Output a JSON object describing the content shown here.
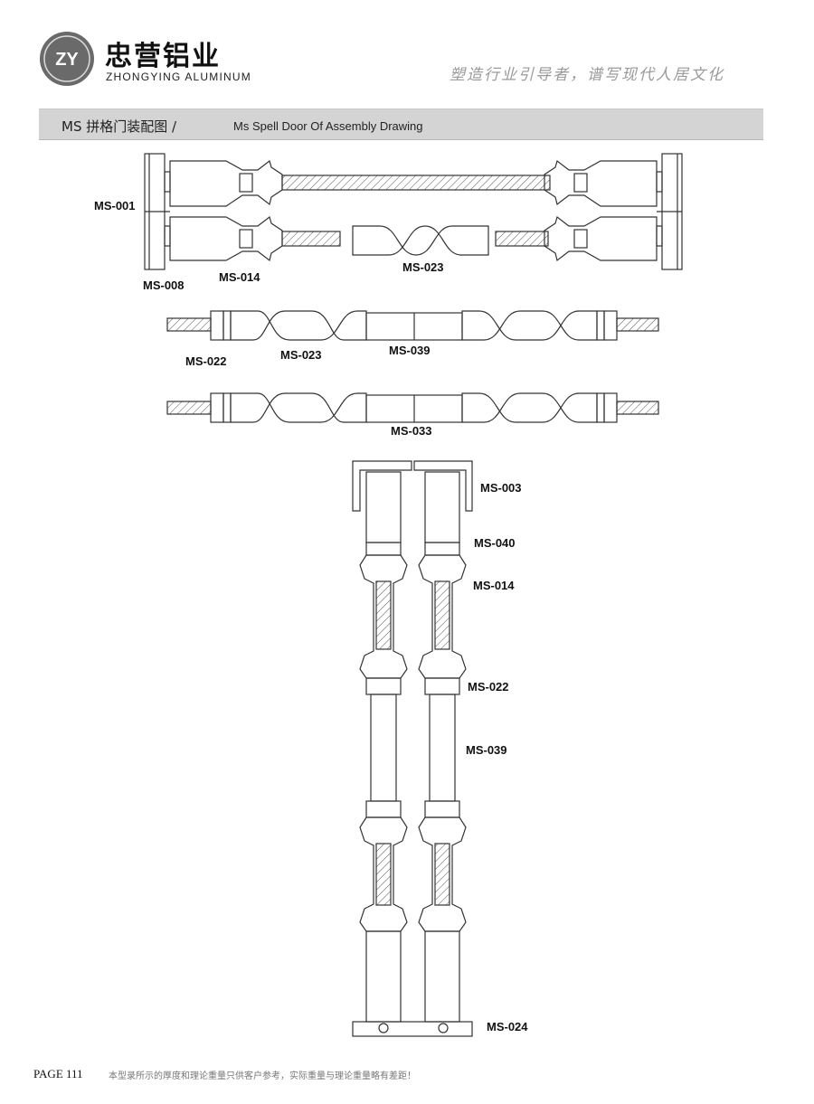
{
  "header": {
    "logo_text": "ZY",
    "brand_cn": "忠营铝业",
    "brand_en": "ZHONGYING ALUMINUM",
    "slogan": "塑造行业引导者，谱写现代人居文化"
  },
  "title": {
    "cn": "MS 拼格门装配图 /",
    "en": "Ms Spell Door Of Assembly Drawing"
  },
  "labels": {
    "ms001": "MS-001",
    "ms008": "MS-008",
    "ms014_top": "MS-014",
    "ms023_top": "MS-023",
    "ms022_mid": "MS-022",
    "ms023_mid": "MS-023",
    "ms039_mid": "MS-039",
    "ms033": "MS-033",
    "ms003": "MS-003",
    "ms040": "MS-040",
    "ms014_v": "MS-014",
    "ms022_v": "MS-022",
    "ms039_v": "MS-039",
    "ms024": "MS-024"
  },
  "footer": {
    "page": "PAGE  111",
    "note": "本型录所示的厚度和理论重量只供客户参考，实际重量与理论重量略有差距！"
  },
  "colors": {
    "title_bar": "#d4d4d4",
    "line": "#333333",
    "slogan": "#9a9a9a"
  }
}
